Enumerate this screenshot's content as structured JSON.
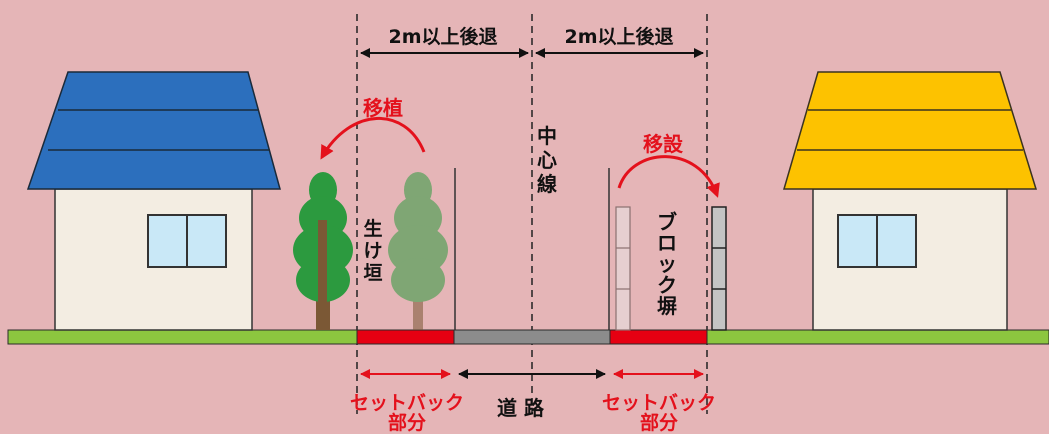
{
  "dimensions": {
    "left_setback": "2m以上後退",
    "right_setback": "2m以上後退"
  },
  "actions": {
    "transplant": "移植",
    "relocate": "移設"
  },
  "labels": {
    "center_line": "中心線",
    "hedge": "生け垣",
    "block_wall": "ブロック塀",
    "road": "道 路",
    "setback_left_line1": "セットバック",
    "setback_left_line2": "部分",
    "setback_right_line1": "セットバック",
    "setback_right_line2": "部分"
  },
  "colors": {
    "background": "#e5b5b7",
    "ground": "#8cc63f",
    "road": "#8c8c8c",
    "setback": "#e60012",
    "accent_red": "#e4111c",
    "house_wall": "#f3ede2",
    "left_roof": "#2c6fbd",
    "right_roof": "#fdc200",
    "window": "#c9e8f7"
  }
}
